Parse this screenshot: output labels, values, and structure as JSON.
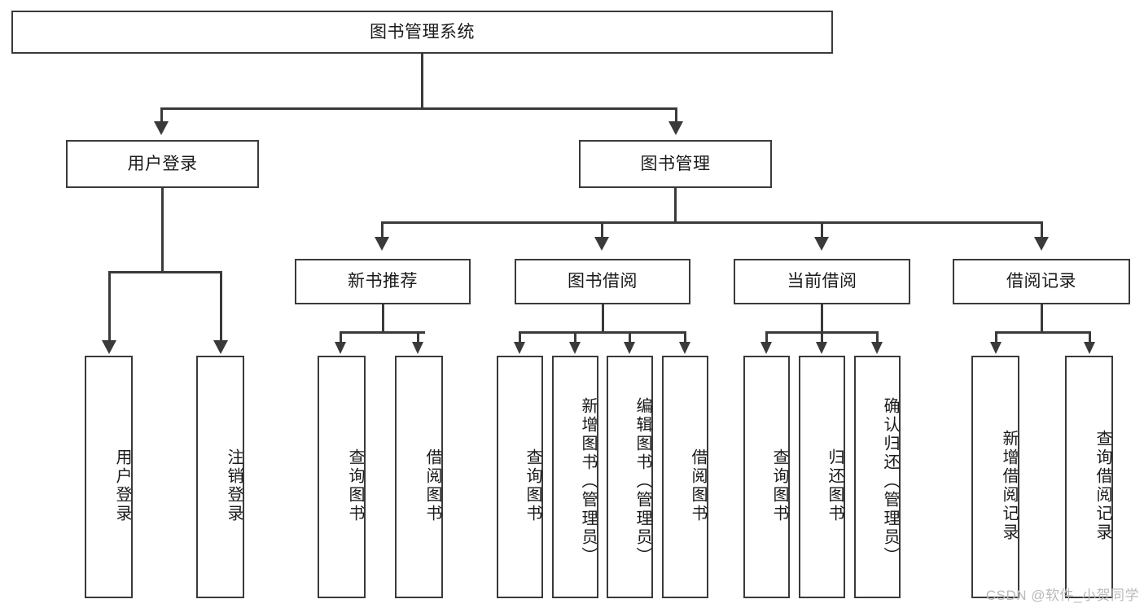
{
  "diagram": {
    "title": "图书管理系统",
    "watermark": "CSDN @软件_小贺同学",
    "colors": {
      "stroke": "#3a3a3a",
      "background": "#ffffff",
      "text": "#1a1a1a",
      "watermark": "#b9b9b9"
    },
    "levels": {
      "root": {
        "label": "图书管理系统"
      },
      "level2": [
        {
          "label": "用户登录"
        },
        {
          "label": "图书管理"
        }
      ],
      "level3": [
        {
          "label": "新书推荐"
        },
        {
          "label": "图书借阅"
        },
        {
          "label": "当前借阅"
        },
        {
          "label": "借阅记录"
        }
      ],
      "leaves": {
        "user_login": [
          {
            "label": "用户登录"
          },
          {
            "label": "注销登录"
          }
        ],
        "new_book_recommend": [
          {
            "label": "查询图书"
          },
          {
            "label": "借阅图书"
          }
        ],
        "book_borrow": [
          {
            "label": "查询图书"
          },
          {
            "label": "新增图书（管理员）"
          },
          {
            "label": "编辑图书（管理员）"
          },
          {
            "label": "借阅图书"
          }
        ],
        "current_borrow": [
          {
            "label": "查询图书"
          },
          {
            "label": "归还图书"
          },
          {
            "label": "确认归还（管理员）"
          }
        ],
        "borrow_record": [
          {
            "label": "新增借阅记录"
          },
          {
            "label": "查询借阅记录"
          }
        ]
      }
    }
  }
}
